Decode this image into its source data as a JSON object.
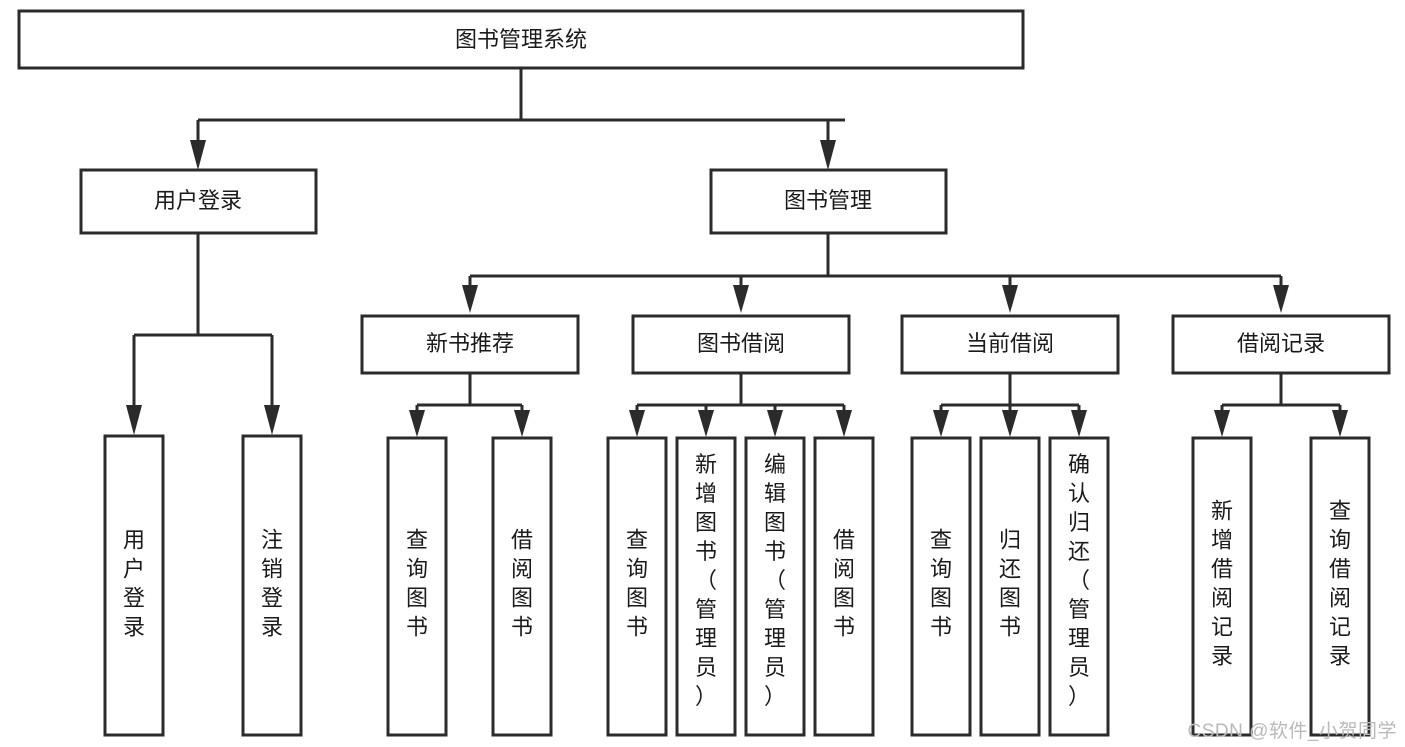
{
  "diagram": {
    "title": "图书管理系统",
    "type": "tree-hierarchy-chart",
    "watermark": "CSDN @软件_小贺同学",
    "colors": {
      "box_stroke": "#2b2b2b",
      "box_fill": "#ffffff",
      "text": "#1a1a1a",
      "watermark": "#b9b9b9",
      "background": "#ffffff"
    },
    "root": {
      "label": "图书管理系统"
    },
    "level2": [
      {
        "label": "用户登录"
      },
      {
        "label": "图书管理"
      }
    ],
    "level3": [
      {
        "label": "新书推荐"
      },
      {
        "label": "图书借阅"
      },
      {
        "label": "当前借阅"
      },
      {
        "label": "借阅记录"
      }
    ],
    "leaves": {
      "user_login": [
        {
          "label": "用户登录"
        },
        {
          "label": "注销登录"
        }
      ],
      "new_book": [
        {
          "label": "查询图书"
        },
        {
          "label": "借阅图书"
        }
      ],
      "book_borrow": [
        {
          "label": "查询图书"
        },
        {
          "label": "新增图书（管理员）"
        },
        {
          "label": "编辑图书（管理员）"
        },
        {
          "label": "借阅图书"
        }
      ],
      "current_borrow": [
        {
          "label": "查询图书"
        },
        {
          "label": "归还图书"
        },
        {
          "label": "确认归还（管理员）"
        }
      ],
      "borrow_record": [
        {
          "label": "新增借阅记录"
        },
        {
          "label": "查询借阅记录"
        }
      ]
    }
  }
}
